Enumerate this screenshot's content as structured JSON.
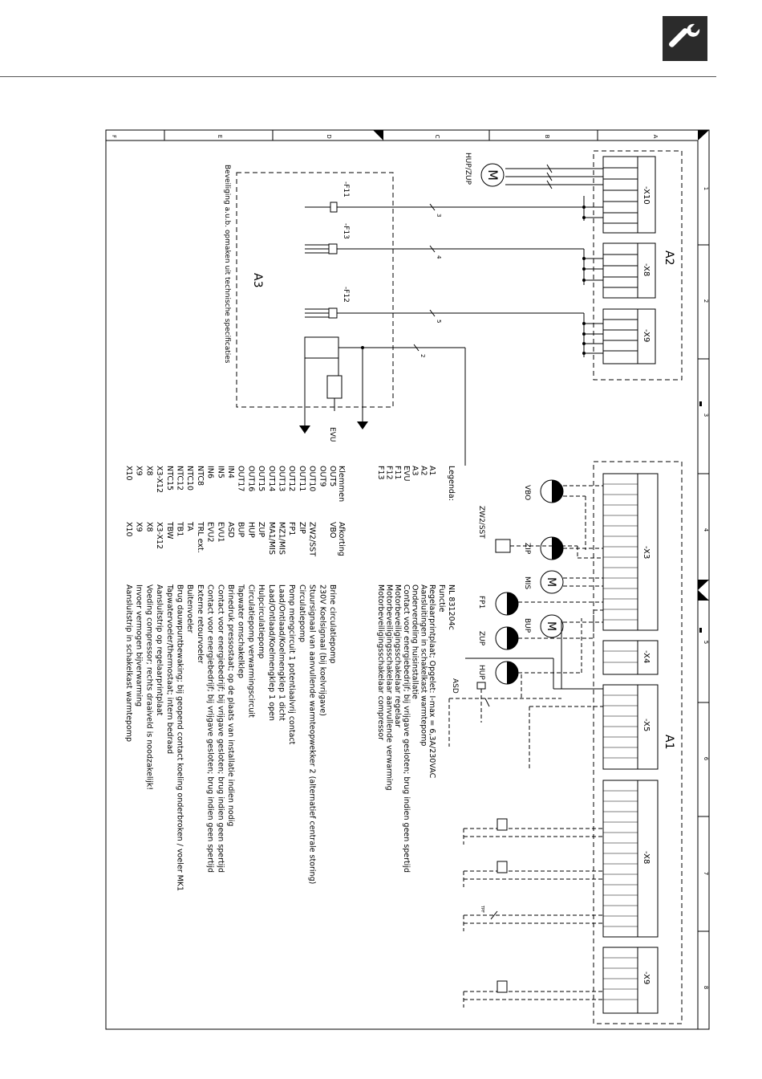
{
  "header": {
    "icon": "wrench-icon",
    "icon_bg": "#2b2b2b"
  },
  "frame": {
    "row_letters": [
      "A",
      "B",
      "C",
      "D",
      "E",
      "F"
    ],
    "col_numbers": [
      "1",
      "2",
      "3",
      "4",
      "5",
      "6",
      "7",
      "8"
    ]
  },
  "groups": {
    "a1": "A1",
    "a2": "A2",
    "a3": "A3"
  },
  "terminals": {
    "x10_a2": "-X10",
    "x8_a2": "-X8",
    "x9_a2": "-X9",
    "x3": "-X3",
    "x4": "-X4",
    "x5": "-X5",
    "x8_a1": "-X8",
    "x9_a1": "-X9"
  },
  "labels": {
    "hup_zup": "HUP/ZUP",
    "f11": "-F11",
    "f13": "-F13",
    "f12": "-F12",
    "evu": "EVU",
    "a3_note": "Beveiliging a.u.b. opmaken uit technische specificaties",
    "vbo": "VBO",
    "zw2_sst": "ZW2/SST",
    "zip": "ZIP",
    "mis": "MIS",
    "fp1": "FP1",
    "zup": "ZUP",
    "hup": "HUP",
    "bup": "BUP",
    "asd": "ASD",
    "tpf": "TPF",
    "motor": "M",
    "wire_3": "3",
    "wire_4": "4",
    "wire_5": "5",
    "wire_2": "2"
  },
  "legend": {
    "title": "Legenda:",
    "col_klemmen_header": "Klemmen",
    "col_afkorting_header": "Afkorting",
    "col_nl_header": "NL 831204c",
    "col_functie_header": "Functie",
    "main_rows": [
      {
        "code": "A1",
        "desc": "Regelaarprintplaat; Opgelet: I-max = 6,3A/230VAC"
      },
      {
        "code": "A2",
        "desc": "Aansluitingen in schakelkast warmtepomp"
      },
      {
        "code": "A3",
        "desc": "Onderverdeling huisinstallatie"
      },
      {
        "code": "EVU",
        "desc": "Contact voor energiebedrijf; bij vrijgave gesloten; brug indien geen spertijd"
      },
      {
        "code": "F11",
        "desc": "Motorbeveiligingsschakelaar regelaar"
      },
      {
        "code": "F12",
        "desc": "Motorbeveiligingsschakelaar aanvullende verwarming"
      },
      {
        "code": "F13",
        "desc": "Motorbeveiligingsschakelaar compressor"
      }
    ],
    "terminal_rows": [
      {
        "klem": "OUT5",
        "afk": "VBO",
        "desc": "Brine circulatiepomp"
      },
      {
        "klem": "OUT9",
        "afk": "",
        "desc": "230V Koelsignaal (bij koelvrijgave)"
      },
      {
        "klem": "OUT10",
        "afk": "ZW2/SST",
        "desc": "Stuursignaal van aanvullende warmteopwekker 2 (alternatief centrale storing)"
      },
      {
        "klem": "OUT11",
        "afk": "ZIP",
        "desc": "Circulatiepomp"
      },
      {
        "klem": "OUT12",
        "afk": "FP1",
        "desc": "Pomp mengcircuit 1 potentiaalvrij contact"
      },
      {
        "klem": "OUT13",
        "afk": "MZ1/MIS",
        "desc": "Laad/Ontlaad/Koelmengklep 1 dicht"
      },
      {
        "klem": "OUT14",
        "afk": "MA1/MIS",
        "desc": "Laad/Ontlaad/Koelmengklep 1 open"
      },
      {
        "klem": "OUT15",
        "afk": "ZUP",
        "desc": "Hulpcirculatiepomp"
      },
      {
        "klem": "OUT16",
        "afk": "HUP",
        "desc": "Circulatiepomp verwarmingscircuit"
      },
      {
        "klem": "OUT17",
        "afk": "BUP",
        "desc": "Tapwater omschakelklep"
      },
      {
        "klem": "IN4",
        "afk": "ASD",
        "desc": "Brinedruk pressostaat; op de plaats van installatie indien nodig"
      },
      {
        "klem": "IN5",
        "afk": "EVU1",
        "desc": "Contact voor energiebedrijf; bij vrijgave gesloten; brug indien geen spertijd"
      },
      {
        "klem": "IN6",
        "afk": "EVU2",
        "desc": "Contact voor energiebedrijf; bij vrijgave gesloten; brug indien geen spertijd"
      },
      {
        "klem": "NTC8",
        "afk": "TRL ext.",
        "desc": "Externe retourvoeler"
      },
      {
        "klem": "NTC10",
        "afk": "TA",
        "desc": "Buitenvoeler"
      },
      {
        "klem": "NTC12",
        "afk": "TB1",
        "desc": "Brug dauwpuntbewaking; bij geopend contact koeling onderbroken / voeler MK1"
      },
      {
        "klem": "NTC15",
        "afk": "TBW",
        "desc": "Tapwatervoeler/thermostaat; intern bedraad"
      },
      {
        "klem": "X3-X12",
        "afk": "X3-X12",
        "desc": "Aansluitstrip op regelaarprintplaat"
      },
      {
        "klem": "X8",
        "afk": "X8",
        "desc": "Voeding compressor; rechts draaiveld is noodzakelijk!"
      },
      {
        "klem": "X9",
        "afk": "X9",
        "desc": "Invoer vermogen bijverwarming"
      },
      {
        "klem": "X10",
        "afk": "X10",
        "desc": "Aansluitstrip in schakelkast warmtepomp"
      }
    ]
  }
}
